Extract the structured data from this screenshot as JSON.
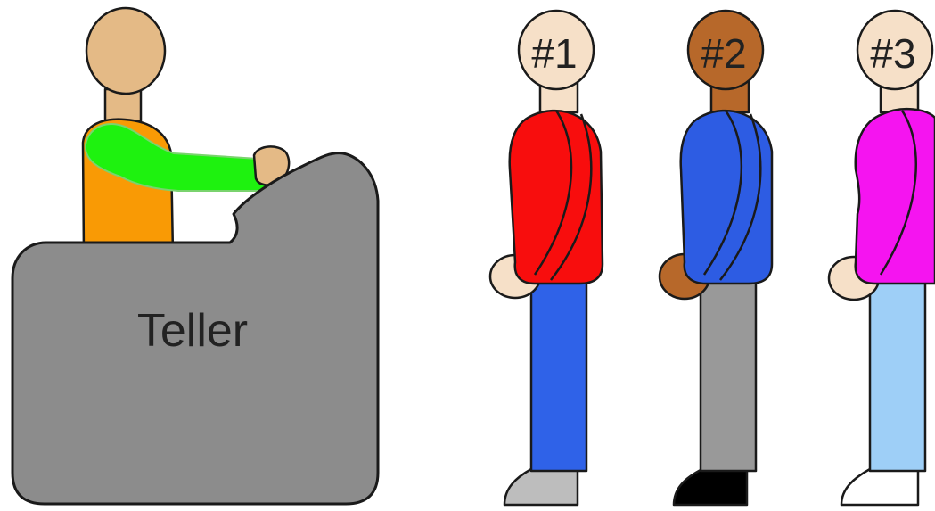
{
  "teller": {
    "label": "Teller",
    "skin": "#E4BA86",
    "shirt": "#F99A05",
    "sleeve": "#1EF20F",
    "desk": "#8C8C8C"
  },
  "customers": [
    {
      "number_label": "#1",
      "skin": "#F6E0C8",
      "shirt": "#F80D0D",
      "pants": "#2F62E8",
      "shoes": "#BDBDBD"
    },
    {
      "number_label": "#2",
      "skin": "#B7682A",
      "shirt": "#2D5CE3",
      "pants": "#999999",
      "shoes": "#000000"
    },
    {
      "number_label": "#3",
      "skin": "#F6E0C8",
      "shirt": "#F514F0",
      "pants": "#9ECFF7",
      "shoes": "#FFFFFF"
    }
  ]
}
